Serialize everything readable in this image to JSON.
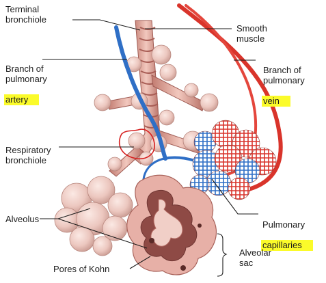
{
  "labels": {
    "terminal_bronchiole": "Terminal\nbronchiole",
    "smooth_muscle": "Smooth\nmuscle",
    "branch_pulmonary_artery_line1": "Branch of\npulmonary",
    "branch_pulmonary_artery_line2": "artery",
    "branch_pulmonary_vein_line1": "Branch of\npulmonary",
    "branch_pulmonary_vein_line2": "vein",
    "respiratory_bronchiole": "Respiratory\nbronchiole",
    "alveolus": "Alveolus",
    "pulmonary_capillaries_line1": "Pulmonary",
    "pulmonary_capillaries_line2": "capillaries",
    "alveolar_sac": "Alveolar\nsac",
    "pores_of_kohn": "Pores of Kohn"
  },
  "colors": {
    "artery_blue": "#2f6fc6",
    "vein_red": "#d9342b",
    "tissue_pink": "#e9b4aa",
    "tissue_dark": "#b8706a",
    "highlight_yellow": "#fbfb2a",
    "annotation_red": "#d62020"
  }
}
